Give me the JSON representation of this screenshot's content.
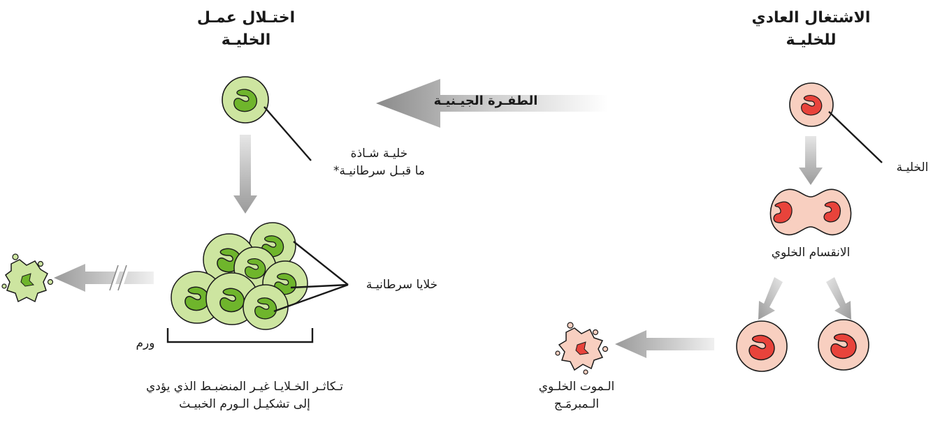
{
  "normal": {
    "title_line1": "الاشتغال العادي",
    "title_line2": "للخليـة",
    "cell_label": "الخليـة",
    "division_label": "الانقسام الخلوي",
    "apoptosis_line1": "الـموت الخلـوي",
    "apoptosis_line2": "الـمبرمَـج"
  },
  "mutation": {
    "arrow_label": "الطفـرة الجيـنيـة"
  },
  "dysfunction": {
    "title_line1": "اختـلال عمـل",
    "title_line2": "الخليـة",
    "precancer_line1": "خليـة شـاذة",
    "precancer_line2": "ما قبـل سرطانيـة*",
    "cancer_cells_label": "خلايا سرطانيـة",
    "tumor_label": "ورم",
    "caption_line1": "تـكاثـر الخـلايـا غيـر المنضبـط الذي يؤدي",
    "caption_line2": "إلى تشكيـل الـورم الخبيـث"
  },
  "colors": {
    "normal_cell_fill": "#f8cfc0",
    "normal_nucleus": "#e8433b",
    "abnormal_cell_fill": "#cde5a0",
    "abnormal_nucleus": "#6fb52c",
    "outline": "#1a1a1a",
    "arrow_gray": "#9a9a9a"
  }
}
